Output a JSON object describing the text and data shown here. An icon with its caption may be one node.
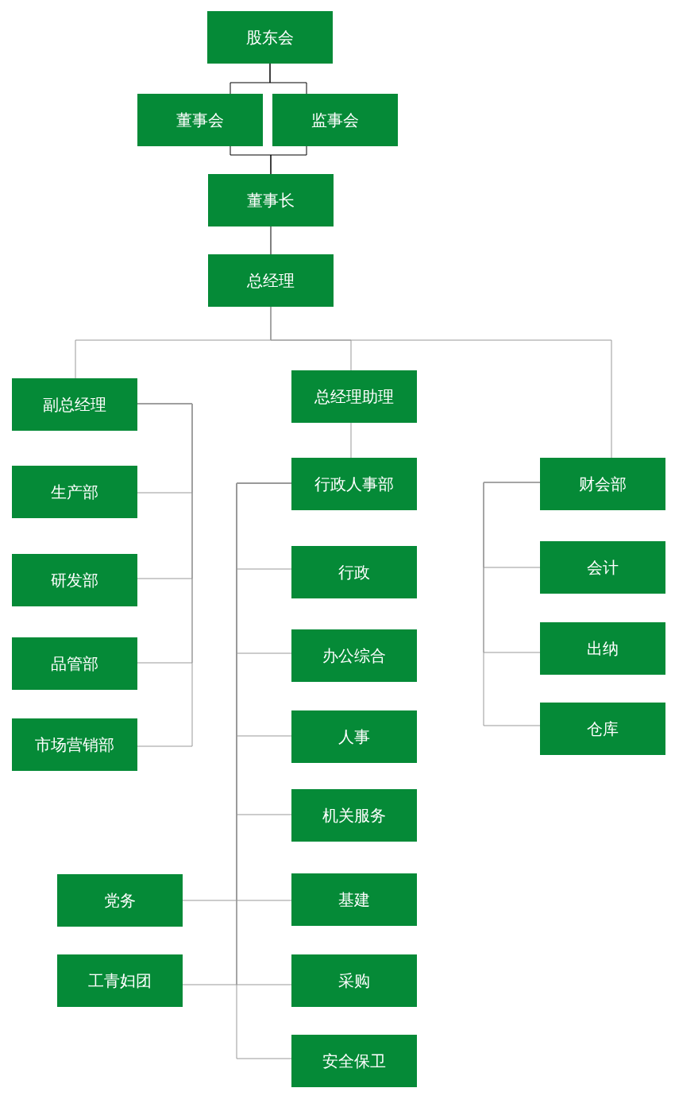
{
  "diagram": {
    "nodes": [
      {
        "text": [
          "股东会"
        ]
      },
      {
        "text": [
          "董事会"
        ]
      },
      {
        "text": [
          "监事会"
        ]
      },
      {
        "text": [
          "董事长"
        ]
      },
      {
        "text": [
          "总经理"
        ]
      },
      {
        "text": [
          "副总经理"
        ]
      },
      {
        "text": [
          "总经理助理"
        ]
      },
      {
        "text": [
          "财会部"
        ]
      },
      {
        "text": [
          "生产部"
        ]
      },
      {
        "text": [
          "研发部"
        ]
      },
      {
        "text": [
          "品管部"
        ]
      },
      {
        "text": [
          "市场营销部"
        ]
      },
      {
        "text": [
          "行政人事部"
        ]
      },
      {
        "text": [
          "行政"
        ]
      },
      {
        "text": [
          "办公综合"
        ]
      },
      {
        "text": [
          "人事"
        ]
      },
      {
        "text": [
          "机关服务"
        ]
      },
      {
        "text": [
          "基建"
        ]
      },
      {
        "text": [
          "采购"
        ]
      },
      {
        "text": [
          "安全保卫"
        ]
      },
      {
        "text": [
          "会计"
        ]
      },
      {
        "text": [
          "出纳"
        ]
      },
      {
        "text": [
          "仓库"
        ]
      },
      {
        "text": [
          "党务"
        ]
      },
      {
        "text": [
          "工青妇团"
        ]
      }
    ],
    "edges": [
      {
        "from": 0,
        "to": 1,
        "arrow": "none",
        "color": "#000000"
      },
      {
        "from": 0,
        "to": 2,
        "arrow": "none",
        "color": "#000000"
      },
      {
        "from": 1,
        "to": 3,
        "arrow": "none",
        "color": "#000000"
      },
      {
        "from": 2,
        "to": 3,
        "arrow": "none",
        "color": "#000000"
      },
      {
        "from": 3,
        "to": 4,
        "arrow": "none",
        "color": "#000000"
      },
      {
        "from": 4,
        "to": 5,
        "arrow": "none"
      },
      {
        "from": 4,
        "to": 6,
        "arrow": "none"
      },
      {
        "from": 4,
        "to": 7,
        "arrow": "none"
      },
      {
        "from": 5,
        "to": 8,
        "arrow": "none"
      },
      {
        "from": 5,
        "to": 9,
        "arrow": "none"
      },
      {
        "from": 5,
        "to": 10,
        "arrow": "none"
      },
      {
        "from": 5,
        "to": 11,
        "arrow": "none"
      },
      {
        "from": 6,
        "to": 12,
        "arrow": "none"
      },
      {
        "from": 12,
        "to": 13,
        "arrow": "none"
      },
      {
        "from": 12,
        "to": 14,
        "arrow": "none"
      },
      {
        "from": 12,
        "to": 15,
        "arrow": "none"
      },
      {
        "from": 12,
        "to": 16,
        "arrow": "none"
      },
      {
        "from": 12,
        "to": 17,
        "arrow": "none"
      },
      {
        "from": 12,
        "to": 18,
        "arrow": "none"
      },
      {
        "from": 12,
        "to": 19,
        "arrow": "none"
      },
      {
        "from": 12,
        "to": 23,
        "arrow": "none"
      },
      {
        "from": 12,
        "to": 24,
        "arrow": "none"
      },
      {
        "from": 7,
        "to": 20,
        "arrow": "none"
      },
      {
        "from": 7,
        "to": 21,
        "arrow": "none"
      },
      {
        "from": 7,
        "to": 22,
        "arrow": "none"
      }
    ]
  }
}
